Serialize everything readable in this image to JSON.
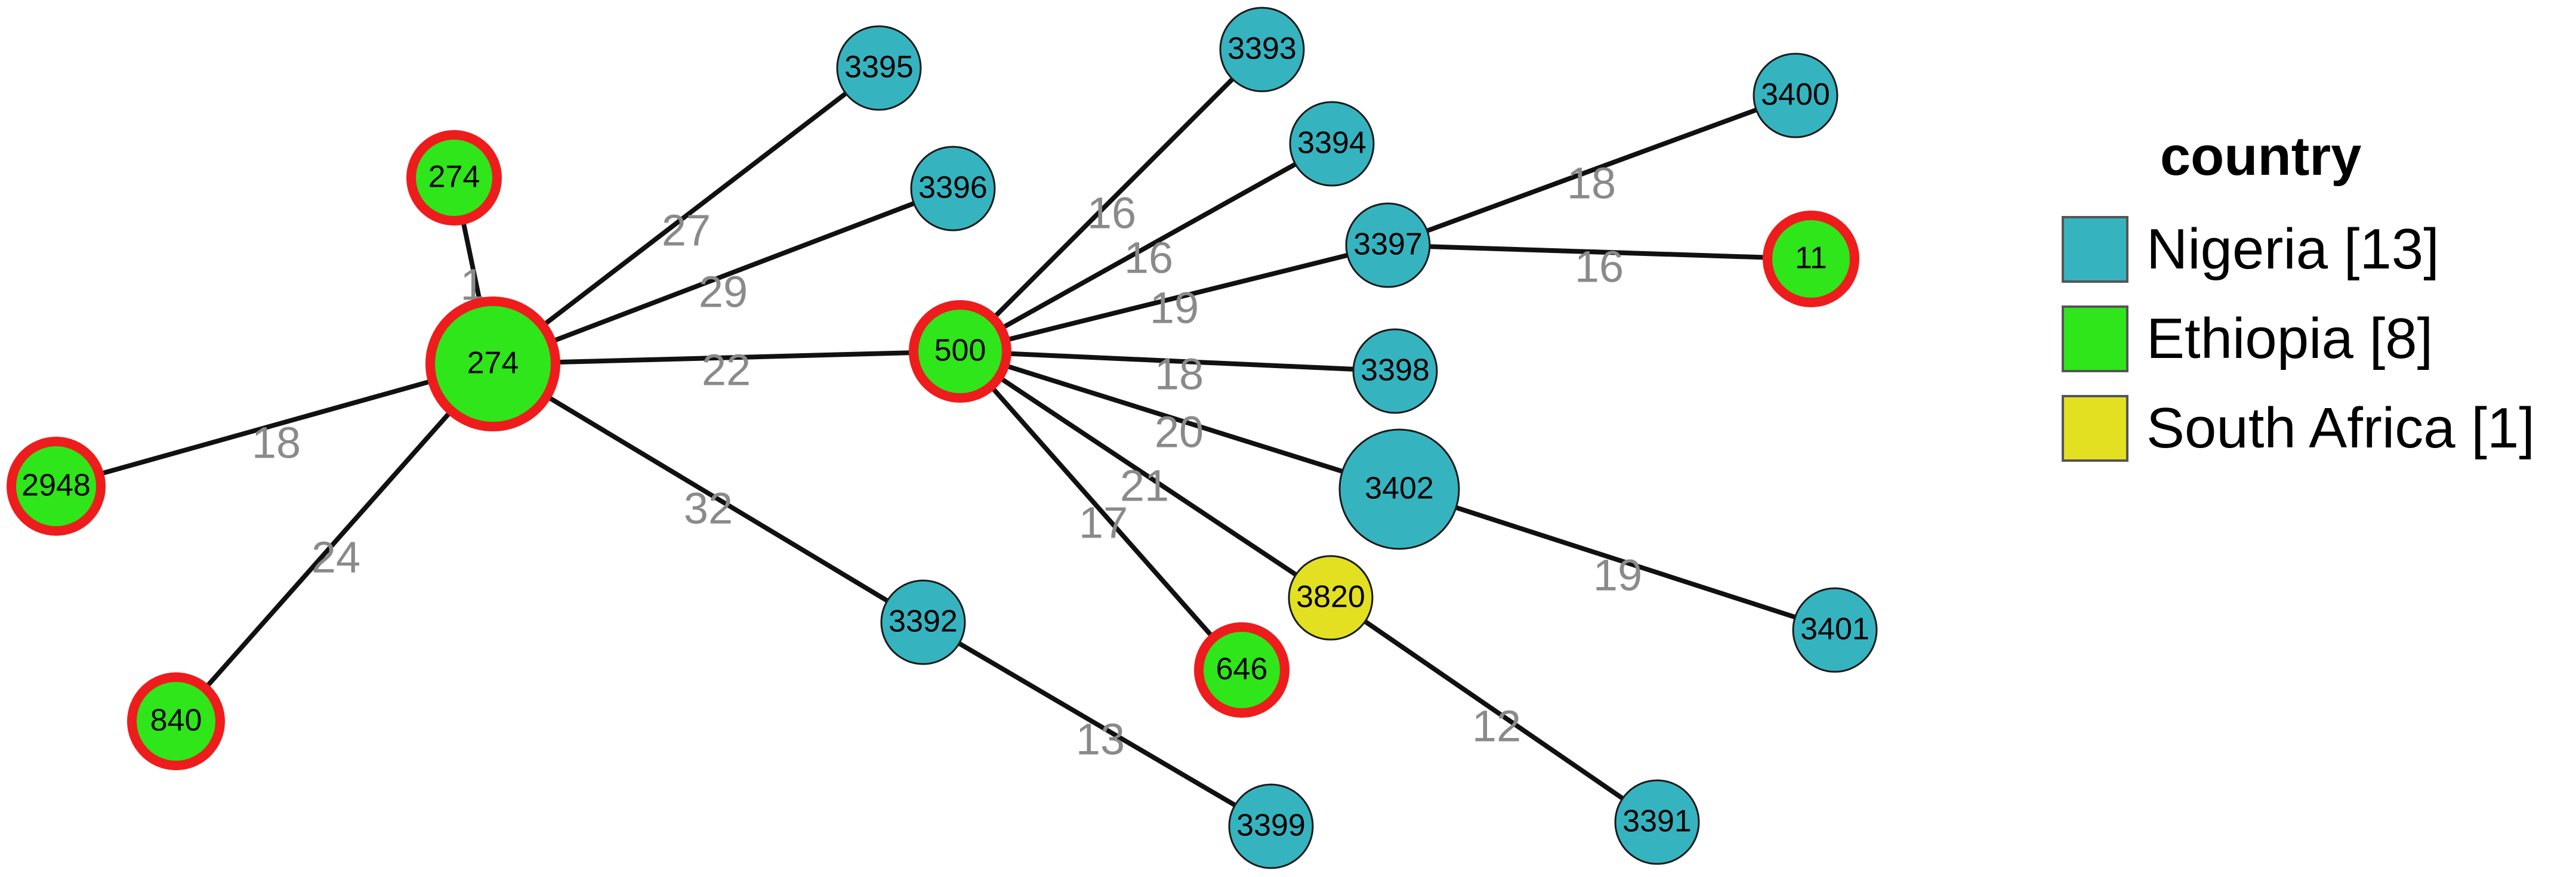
{
  "legend": {
    "title": "country",
    "items": [
      {
        "id": "nigeria",
        "label": "Nigeria [13]",
        "color": "#35b4c0"
      },
      {
        "id": "ethiopia",
        "label": "Ethiopia [8]",
        "color": "#2ee61a"
      },
      {
        "id": "south_africa",
        "label": "South Africa [1]",
        "color": "#e2e021"
      }
    ]
  },
  "nodes": [
    {
      "id": "n274a",
      "label": "274",
      "country": "ethiopia",
      "highlight": true
    },
    {
      "id": "n274b",
      "label": "274",
      "country": "ethiopia",
      "highlight": true
    },
    {
      "id": "n2948",
      "label": "2948",
      "country": "ethiopia",
      "highlight": true
    },
    {
      "id": "n840",
      "label": "840",
      "country": "ethiopia",
      "highlight": true
    },
    {
      "id": "n3395",
      "label": "3395",
      "country": "nigeria",
      "highlight": false
    },
    {
      "id": "n3396",
      "label": "3396",
      "country": "nigeria",
      "highlight": false
    },
    {
      "id": "n500",
      "label": "500",
      "country": "ethiopia",
      "highlight": true
    },
    {
      "id": "n3392",
      "label": "3392",
      "country": "nigeria",
      "highlight": false
    },
    {
      "id": "n3399",
      "label": "3399",
      "country": "nigeria",
      "highlight": false
    },
    {
      "id": "n3393",
      "label": "3393",
      "country": "nigeria",
      "highlight": false
    },
    {
      "id": "n3394",
      "label": "3394",
      "country": "nigeria",
      "highlight": false
    },
    {
      "id": "n3397",
      "label": "3397",
      "country": "nigeria",
      "highlight": false
    },
    {
      "id": "n3398",
      "label": "3398",
      "country": "nigeria",
      "highlight": false
    },
    {
      "id": "n3402",
      "label": "3402",
      "country": "nigeria",
      "highlight": false
    },
    {
      "id": "n3820",
      "label": "3820",
      "country": "south_africa",
      "highlight": false
    },
    {
      "id": "n646",
      "label": "646",
      "country": "ethiopia",
      "highlight": true
    },
    {
      "id": "n3400",
      "label": "3400",
      "country": "nigeria",
      "highlight": false
    },
    {
      "id": "n11",
      "label": "11",
      "country": "ethiopia",
      "highlight": true
    },
    {
      "id": "n3401",
      "label": "3401",
      "country": "nigeria",
      "highlight": false
    },
    {
      "id": "n3391",
      "label": "3391",
      "country": "nigeria",
      "highlight": false
    }
  ],
  "edges": [
    {
      "source": "n274b",
      "target": "n274a",
      "label": "1"
    },
    {
      "source": "n274b",
      "target": "n2948",
      "label": "18"
    },
    {
      "source": "n274b",
      "target": "n840",
      "label": "24"
    },
    {
      "source": "n274b",
      "target": "n3395",
      "label": "27"
    },
    {
      "source": "n274b",
      "target": "n3396",
      "label": "29"
    },
    {
      "source": "n274b",
      "target": "n500",
      "label": "22"
    },
    {
      "source": "n274b",
      "target": "n3392",
      "label": "32"
    },
    {
      "source": "n3392",
      "target": "n3399",
      "label": "13"
    },
    {
      "source": "n500",
      "target": "n3393",
      "label": "16"
    },
    {
      "source": "n500",
      "target": "n3394",
      "label": "16"
    },
    {
      "source": "n500",
      "target": "n3397",
      "label": "19"
    },
    {
      "source": "n500",
      "target": "n3398",
      "label": "18"
    },
    {
      "source": "n500",
      "target": "n3402",
      "label": "20"
    },
    {
      "source": "n500",
      "target": "n3820",
      "label": "21"
    },
    {
      "source": "n500",
      "target": "n646",
      "label": "17"
    },
    {
      "source": "n3397",
      "target": "n3400",
      "label": "18"
    },
    {
      "source": "n3397",
      "target": "n11",
      "label": "16"
    },
    {
      "source": "n3402",
      "target": "n3401",
      "label": "19"
    },
    {
      "source": "n3820",
      "target": "n3391",
      "label": "12"
    }
  ]
}
